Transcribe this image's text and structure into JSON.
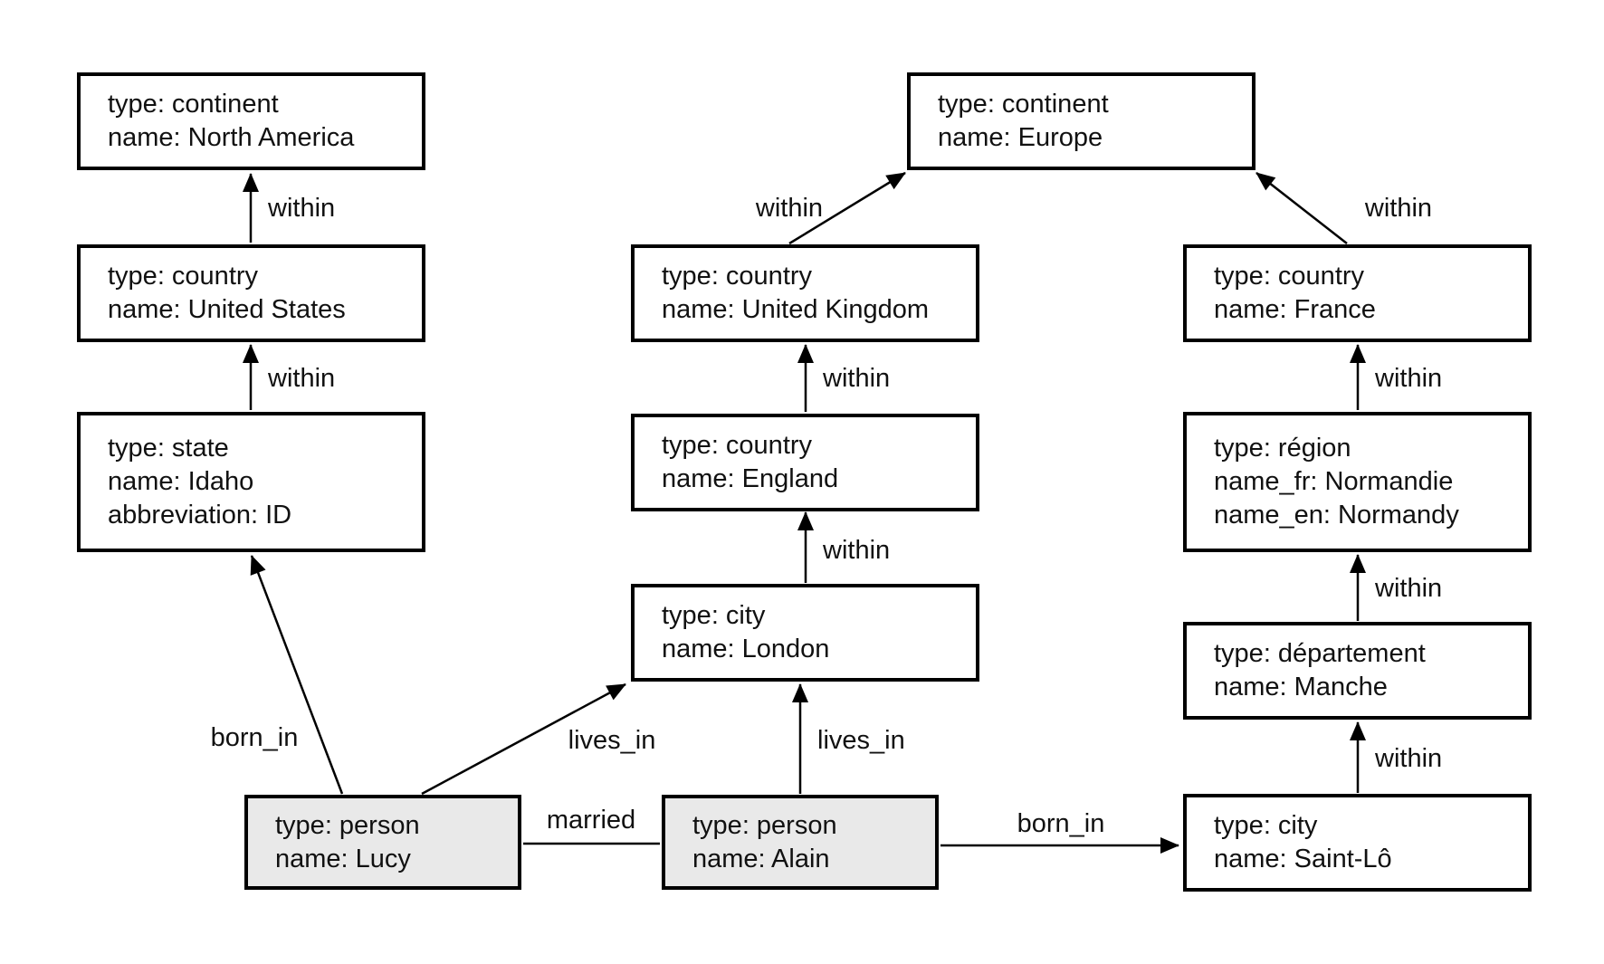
{
  "colors": {
    "background": "#ffffff",
    "node_fill": "#ffffff",
    "person_node_fill": "#e9e9e9",
    "node_border": "#000000",
    "edge_color": "#000000",
    "text_color": "#111111"
  },
  "nodes": {
    "north_america": {
      "lines": [
        "type: continent",
        "name: North America"
      ]
    },
    "united_states": {
      "lines": [
        "type: country",
        "name: United States"
      ]
    },
    "idaho": {
      "lines": [
        "type: state",
        "name: Idaho",
        "abbreviation: ID"
      ]
    },
    "europe": {
      "lines": [
        "type: continent",
        "name: Europe"
      ]
    },
    "united_kingdom": {
      "lines": [
        "type: country",
        "name: United Kingdom"
      ]
    },
    "england": {
      "lines": [
        "type: country",
        "name: England"
      ]
    },
    "london": {
      "lines": [
        "type: city",
        "name: London"
      ]
    },
    "france": {
      "lines": [
        "type: country",
        "name: France"
      ]
    },
    "region_normandie": {
      "lines": [
        "type: région",
        "name_fr: Normandie",
        "name_en: Normandy"
      ]
    },
    "manche": {
      "lines": [
        "type: département",
        "name: Manche"
      ]
    },
    "saint_lo": {
      "lines": [
        "type: city",
        "name: Saint-Lô"
      ]
    },
    "lucy": {
      "lines": [
        "type: person",
        "name: Lucy"
      ]
    },
    "alain": {
      "lines": [
        "type: person",
        "name: Alain"
      ]
    }
  },
  "edges": [
    {
      "label": "within",
      "from": "united_states",
      "to": "north_america",
      "directed": true
    },
    {
      "label": "within",
      "from": "idaho",
      "to": "united_states",
      "directed": true
    },
    {
      "label": "within",
      "from": "united_kingdom",
      "to": "europe",
      "directed": true
    },
    {
      "label": "within",
      "from": "france",
      "to": "europe",
      "directed": true
    },
    {
      "label": "within",
      "from": "england",
      "to": "united_kingdom",
      "directed": true
    },
    {
      "label": "within",
      "from": "london",
      "to": "england",
      "directed": true
    },
    {
      "label": "within",
      "from": "region_normandie",
      "to": "france",
      "directed": true
    },
    {
      "label": "within",
      "from": "manche",
      "to": "region_normandie",
      "directed": true
    },
    {
      "label": "within",
      "from": "saint_lo",
      "to": "manche",
      "directed": true
    },
    {
      "label": "born_in",
      "from": "lucy",
      "to": "idaho",
      "directed": true
    },
    {
      "label": "lives_in",
      "from": "lucy",
      "to": "london",
      "directed": true
    },
    {
      "label": "lives_in",
      "from": "alain",
      "to": "london",
      "directed": true
    },
    {
      "label": "married",
      "from": "lucy",
      "to": "alain",
      "directed": false
    },
    {
      "label": "born_in",
      "from": "alain",
      "to": "saint_lo",
      "directed": true
    }
  ]
}
